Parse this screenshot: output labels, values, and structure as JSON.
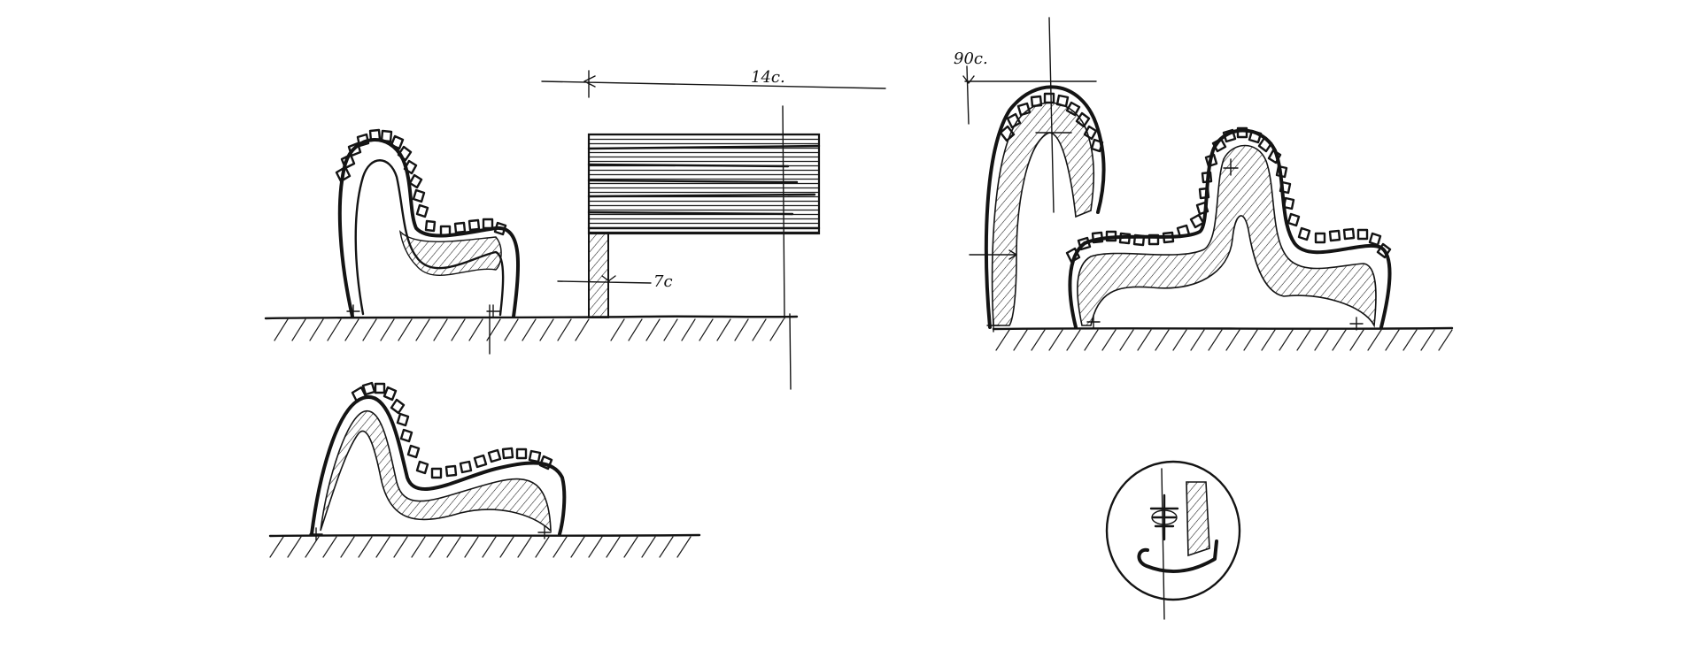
{
  "sketch": {
    "annotations": {
      "length": "14c.",
      "thickness": "7c",
      "height": "90c."
    },
    "ink_color": "#141414",
    "paper_color": "#ffffff"
  }
}
